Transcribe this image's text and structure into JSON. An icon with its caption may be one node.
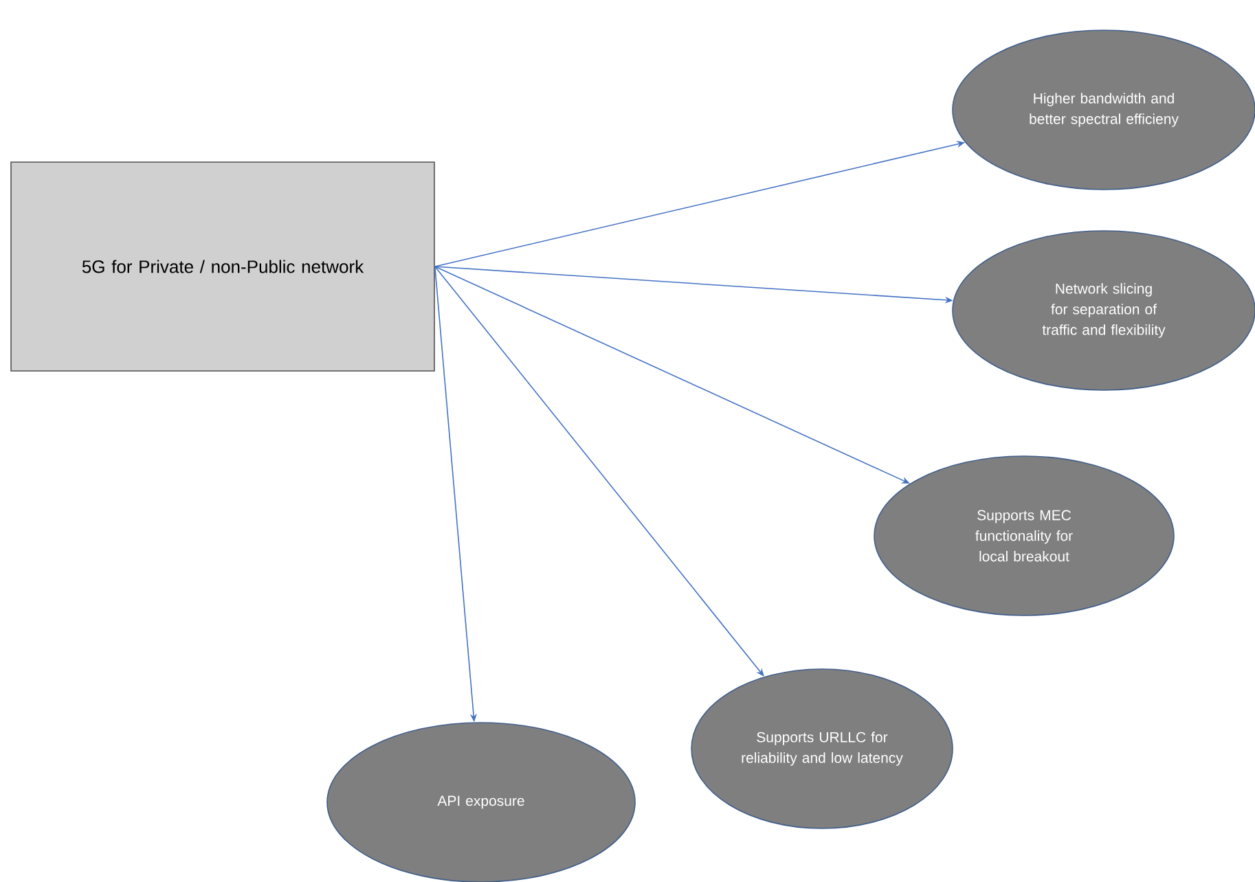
{
  "diagram": {
    "nodes": [
      {
        "text": [
          "5G for Private / non-Public network"
        ]
      },
      {
        "text": [
          "Higher bandwidth and better spectral efficieny"
        ]
      },
      {
        "text": [
          "Network slicing for separation of traffic and flexibility"
        ]
      },
      {
        "text": [
          "Supports MEC functionality for local breakout"
        ]
      },
      {
        "text": [
          "Supports URLLC for reliability and low latency"
        ]
      },
      {
        "text": [
          "API exposure"
        ]
      }
    ],
    "edges": [
      {
        "from": 0,
        "to": 1,
        "arrow": "to"
      },
      {
        "from": 0,
        "to": 2,
        "arrow": "to"
      },
      {
        "from": 0,
        "to": 3,
        "arrow": "to"
      },
      {
        "from": 0,
        "to": 4,
        "arrow": "to"
      },
      {
        "from": 0,
        "to": 5,
        "arrow": "to"
      }
    ]
  }
}
